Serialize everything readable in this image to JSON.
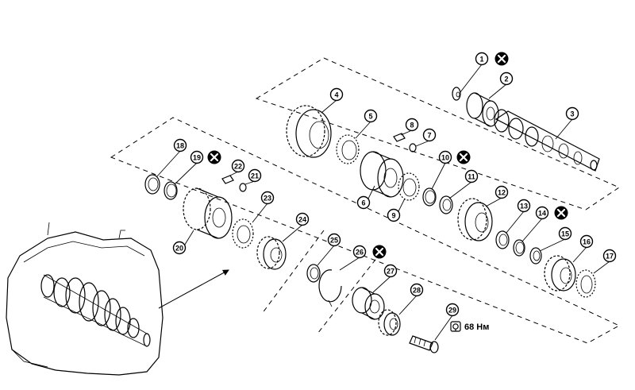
{
  "callouts": [
    "1",
    "2",
    "3",
    "4",
    "5",
    "6",
    "7",
    "8",
    "9",
    "10",
    "11",
    "12",
    "13",
    "14",
    "15",
    "16",
    "17",
    "18",
    "19",
    "20",
    "21",
    "22",
    "23",
    "24",
    "25",
    "26",
    "27",
    "28",
    "29"
  ],
  "replace_marked": [
    "1",
    "10",
    "14",
    "19",
    "26"
  ],
  "torque": {
    "value": "68 Нм",
    "icon": "torque-wrench-icon"
  },
  "colors": {
    "line": "#000000",
    "background": "#ffffff"
  }
}
